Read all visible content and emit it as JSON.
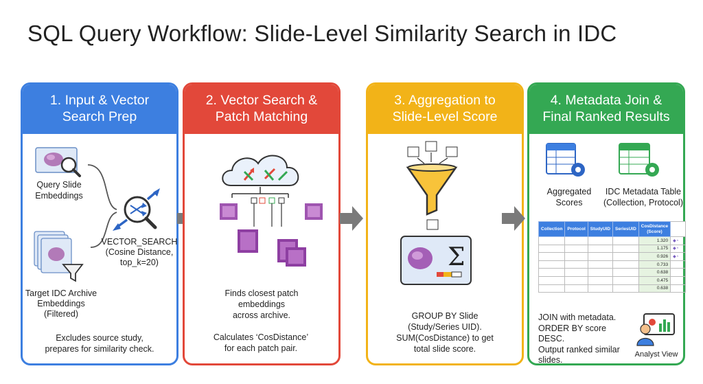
{
  "title": "SQL Query Workflow: Slide-Level Similarity Search in IDC",
  "panels": [
    {
      "heading": [
        "1. Input & Vector",
        "Search Prep"
      ],
      "color": "#3d7fe0",
      "query_label": [
        "Query Slide",
        "Embeddings"
      ],
      "archive_label": [
        "Target IDC Archive",
        "Embeddings",
        "(Filtered)"
      ],
      "search_label": [
        "VECTOR_SEARCH",
        "(Cosine Distance,",
        "top_k=20)"
      ],
      "footer": [
        "Excludes source study,",
        "prepares for similarity check."
      ]
    },
    {
      "heading": [
        "2. Vector Search &",
        "Patch Matching"
      ],
      "color": "#e2483a",
      "text1": [
        "Finds closest patch",
        "embeddings",
        "across archive."
      ],
      "text2": [
        "Calculates ‘CosDistance’",
        "for each patch pair."
      ]
    },
    {
      "heading": [
        "3. Aggregation to",
        "Slide-Level Score"
      ],
      "color": "#f2b318",
      "text": [
        "GROUP BY Slide",
        "(Study/Series UID).",
        "SUM(CosDistance) to get",
        "total slide score."
      ]
    },
    {
      "heading": [
        "4. Metadata Join &",
        "Final Ranked Results"
      ],
      "color": "#34a853",
      "agg_label": [
        "Aggregated",
        "Scores"
      ],
      "idc_label": [
        "IDC Metadata Table",
        "(Collection, Protocol)"
      ],
      "table_headers": [
        "Collection",
        "Protocol",
        "StudyUID",
        "SeriesUID",
        "CosDistance\n(Score)"
      ],
      "scores": [
        "1.320",
        "1.175",
        "0.926",
        "0.733",
        "0.638",
        "0.475",
        "0.638"
      ],
      "text": [
        "JOIN with metadata.",
        "ORDER BY score DESC.",
        "Output ranked similar",
        "slides."
      ],
      "analyst_label": "Analyst View"
    }
  ]
}
